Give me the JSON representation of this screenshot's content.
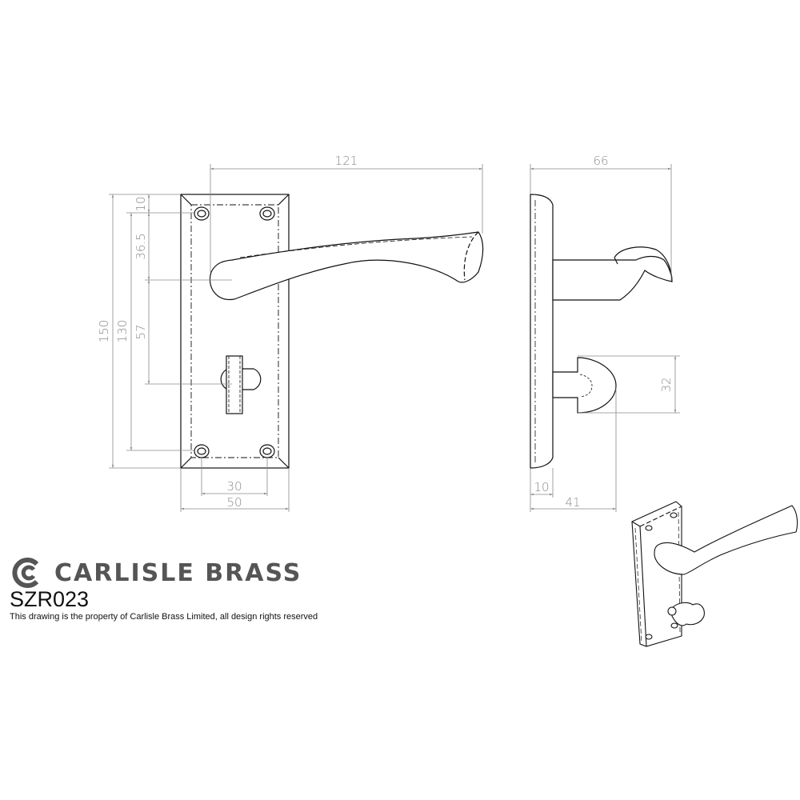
{
  "brand": {
    "name": "CARLISLE BRASS",
    "logo_icon": "carlisle-brass-c-logo",
    "color": "#555555"
  },
  "product": {
    "code": "SZR023",
    "rights_notice": "This drawing is the property of Carlisle Brass Limited, all design rights reserved"
  },
  "front_view": {
    "dimensions": {
      "overall_width_lever": "121",
      "plate_height": "150",
      "fixing_centres_vertical": "130",
      "top_to_fixing": "10",
      "fixing_to_lever": "36.5",
      "lever_to_turn": "57",
      "fixing_centres_horizontal": "30",
      "plate_width": "50"
    }
  },
  "side_view": {
    "dimensions": {
      "lever_projection": "66",
      "turn_diameter": "32",
      "plate_thickness": "10",
      "turn_projection": "41"
    }
  },
  "colors": {
    "line": "#111111",
    "dimension": "#8a8a8a"
  }
}
